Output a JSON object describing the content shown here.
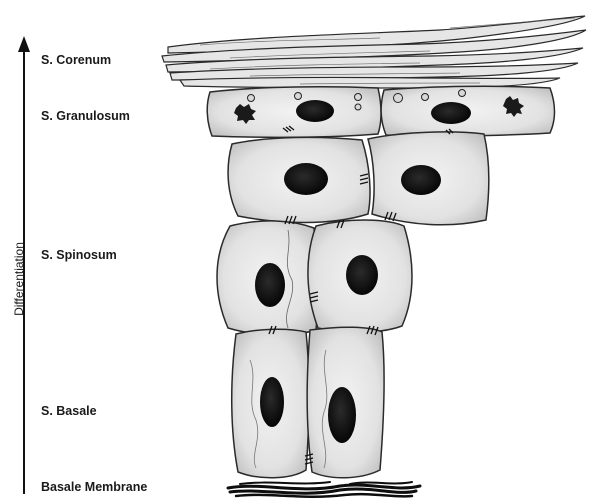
{
  "axis": {
    "label": "Differentiation",
    "direction": "up"
  },
  "layers": [
    {
      "id": "corneum",
      "label": "S. Corenum"
    },
    {
      "id": "granulosum",
      "label": "S. Granulosum"
    },
    {
      "id": "spinosum",
      "label": "S. Spinosum"
    },
    {
      "id": "basale",
      "label": "S. Basale"
    },
    {
      "id": "membrane",
      "label": "Basale Membrane"
    }
  ],
  "colors": {
    "cell_fill": "#e4e4e4",
    "cell_stroke": "#2a2a2a",
    "nucleus": "#111111",
    "membrane": "#0d0d0d"
  }
}
